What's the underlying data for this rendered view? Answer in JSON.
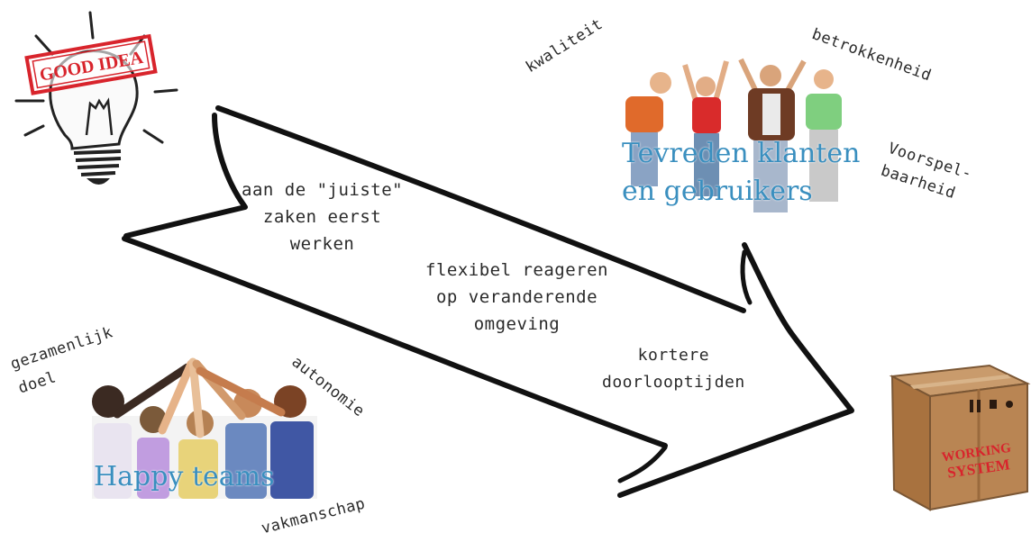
{
  "idea_bulb": {
    "stamp_text": "GOOD IDEA"
  },
  "arrow_labels": {
    "top_line1": "aan de \"juiste\"",
    "top_line2": "zaken eerst",
    "top_line3": "werken",
    "mid_line1": "flexibel reageren",
    "mid_line2": "op veranderende",
    "mid_line3": "omgeving",
    "low_line1": "kortere",
    "low_line2": "doorlooptijden"
  },
  "customers": {
    "caption_line1": "Tevreden klanten",
    "caption_line2": "en gebruikers",
    "words": {
      "kwaliteit": "kwaliteit",
      "betrokkenheid": "betrokkenheid",
      "voorspel_line1": "Voorspel-",
      "voorspel_line2": "baarheid"
    }
  },
  "teams": {
    "caption": "Happy teams",
    "words": {
      "gezamenlijk_line1": "gezamenlijk",
      "gezamenlijk_line2": "doel",
      "autonomie": "autonomie",
      "vakmanschap": "vakmanschap"
    }
  },
  "box": {
    "label_line1": "WORKING",
    "label_line2": "SYSTEM"
  },
  "colors": {
    "ink": "#1a1a1a",
    "stamp_red": "#d8242c",
    "caption_blue": "#3a8fbf",
    "box_brown": "#b07a47"
  }
}
